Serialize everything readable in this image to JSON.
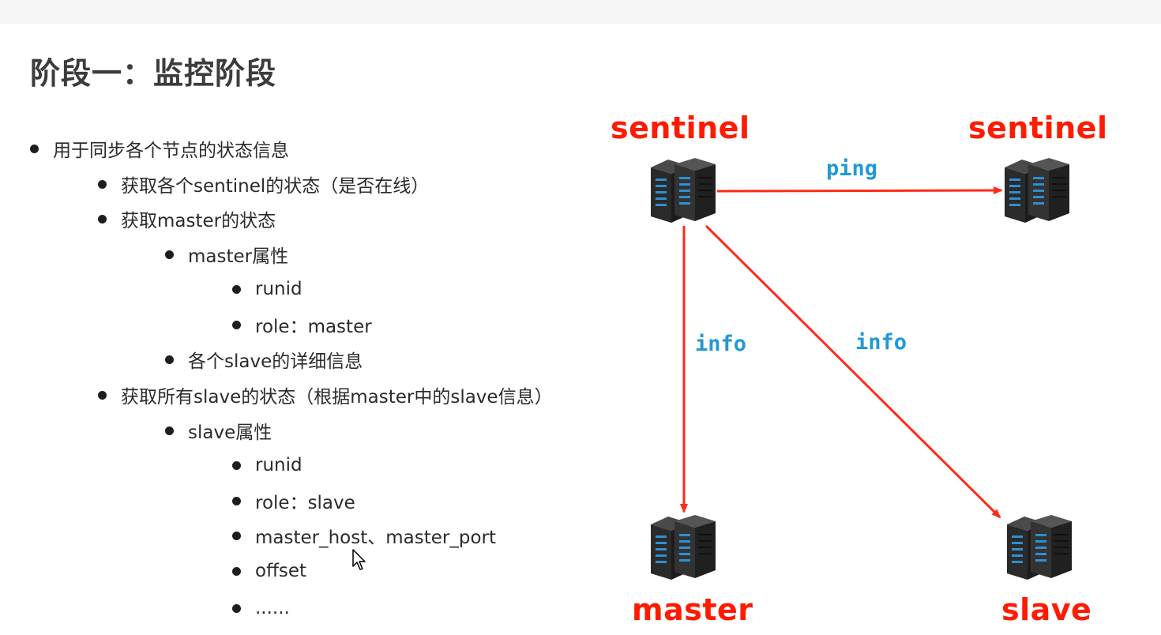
{
  "slide": {
    "title": "阶段一：监控阶段",
    "bullets": [
      {
        "text": "用于同步各个节点的状态信息",
        "level": 0
      },
      {
        "text": "获取各个sentinel的状态（是否在线）",
        "level": 1
      },
      {
        "text": "获取master的状态",
        "level": 1
      },
      {
        "text": "master属性",
        "level": 2
      },
      {
        "text": "runid",
        "level": 3
      },
      {
        "text": "role：master",
        "level": 3
      },
      {
        "text": "各个slave的详细信息",
        "level": 2
      },
      {
        "text": "获取所有slave的状态（根据master中的slave信息）",
        "level": 1
      },
      {
        "text": "slave属性",
        "level": 2
      },
      {
        "text": "runid",
        "level": 3
      },
      {
        "text": "role：slave",
        "level": 3
      },
      {
        "text": "master_host、master_port",
        "level": 3
      },
      {
        "text": "offset",
        "level": 3
      },
      {
        "text": "......",
        "level": 3
      }
    ]
  },
  "diagram": {
    "nodes": {
      "sentinel_left": "sentinel",
      "sentinel_right": "sentinel",
      "master": "master",
      "slave": "slave"
    },
    "edges": {
      "ping": "ping",
      "info_master": "info",
      "info_slave": "info"
    },
    "colors": {
      "node_label": "#ff1a00",
      "arrow": "#ff2a1a",
      "edge_label": "#1f9ad6"
    },
    "icon": "server-rack-icon"
  }
}
